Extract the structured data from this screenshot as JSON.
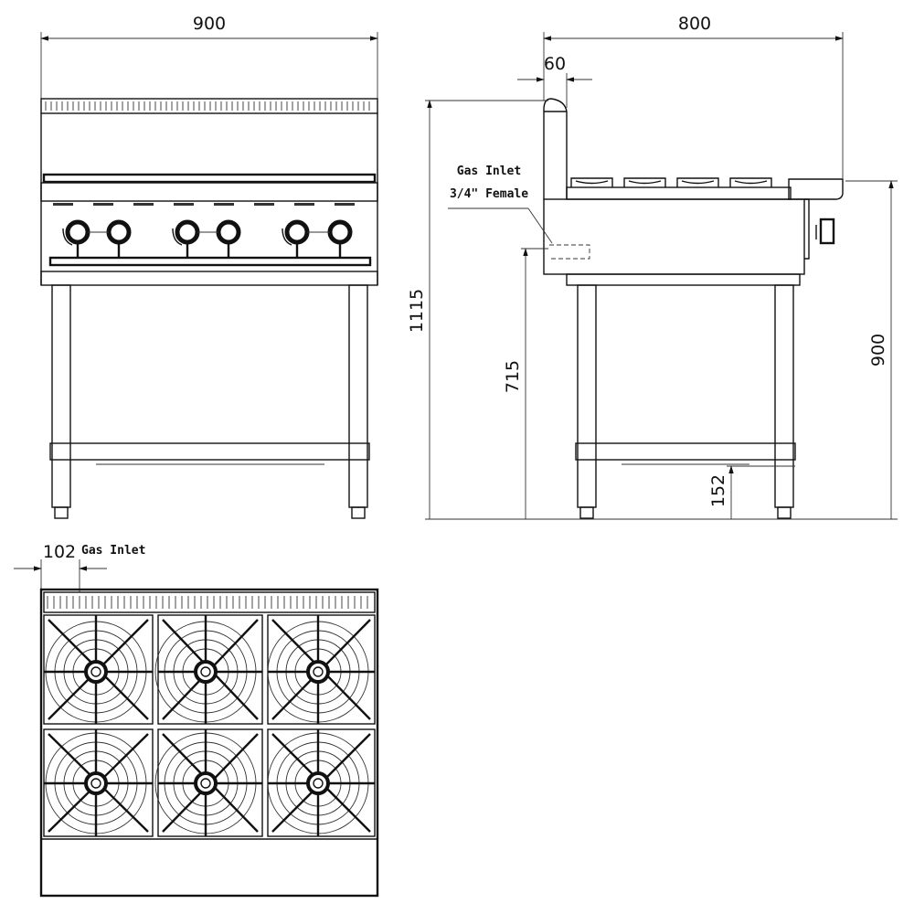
{
  "front_view": {
    "width_dim": "900"
  },
  "side_view": {
    "depth_dim": "800",
    "backsplash_dim": "60",
    "total_height_dim": "1115",
    "gas_inlet_height_dim": "715",
    "work_height_dim": "900",
    "shelf_height_dim": "152",
    "gas_inlet_label_line1": "Gas Inlet",
    "gas_inlet_label_line2": "3/4\" Female"
  },
  "top_view": {
    "gas_inlet_offset_dim": "102",
    "gas_inlet_label": "Gas Inlet",
    "burner_rows": 2,
    "burner_cols": 3
  },
  "colors": {
    "line": "#111111",
    "background": "#ffffff"
  }
}
